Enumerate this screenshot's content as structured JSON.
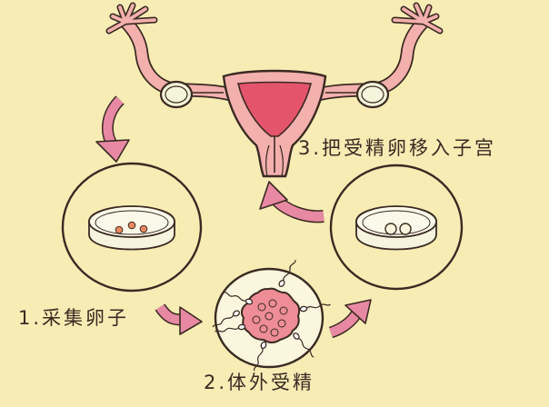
{
  "steps": [
    {
      "label": "1.采集卵子"
    },
    {
      "label": "2.体外受精"
    },
    {
      "label": "3.把受精卵移入子宫"
    }
  ],
  "colors": {
    "background": "#f7ecb4",
    "outline": "#3a2a22",
    "uterus_fill": "#f3b0ad",
    "uterus_cavity": "#e4546a",
    "ovary_fill": "#f4f5da",
    "arrow_fill": "#e889a3",
    "egg_fill": "#e9875f",
    "fertilized_cell_fill": "#ee8d96",
    "petri_fill": "#f6f4df",
    "cell_fill": "#fbf7de"
  },
  "icons": [
    "uterus-illustration",
    "petri-dish-eggs",
    "sperm-egg-fertilization",
    "petri-dish-embryo",
    "curved-arrow"
  ]
}
